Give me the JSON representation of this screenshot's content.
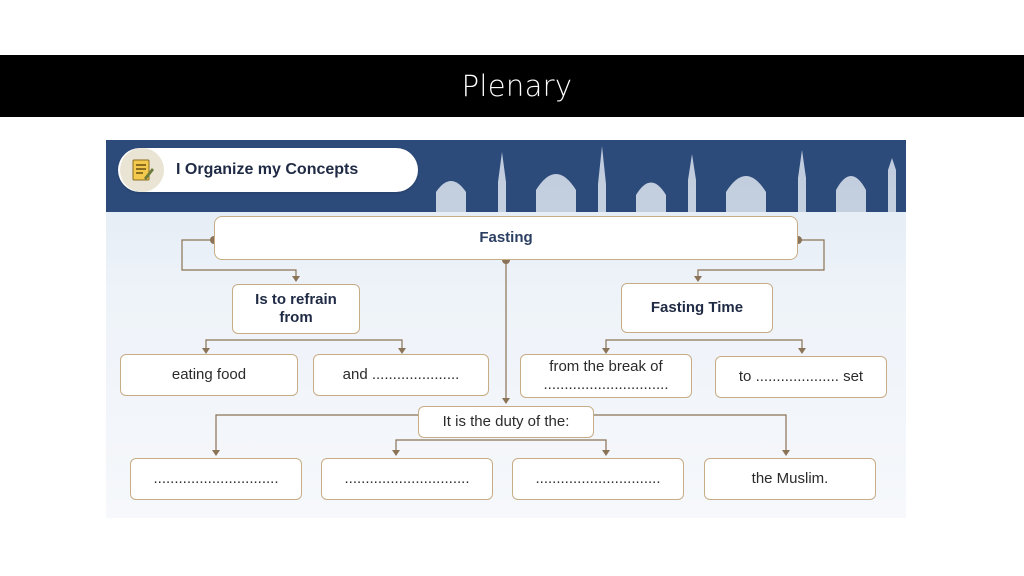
{
  "slide": {
    "title": "Plenary"
  },
  "figure": {
    "header": "I Organize my Concepts",
    "root": "Fasting",
    "branches": {
      "refrain": "Is to refrain from",
      "time": "Fasting Time",
      "duty": "It is the duty of the:"
    },
    "refrain_items": [
      "eating food",
      "and ....................."
    ],
    "time_items": [
      "from the break of ..............................",
      "to .................... set"
    ],
    "duty_items": [
      "..............................",
      "..............................",
      "..............................",
      "the Muslim."
    ]
  },
  "colors": {
    "node_border": "#c7ad86",
    "connector": "#8a7356",
    "skyline": "#2c4a7a",
    "title_bar": "#000000"
  }
}
